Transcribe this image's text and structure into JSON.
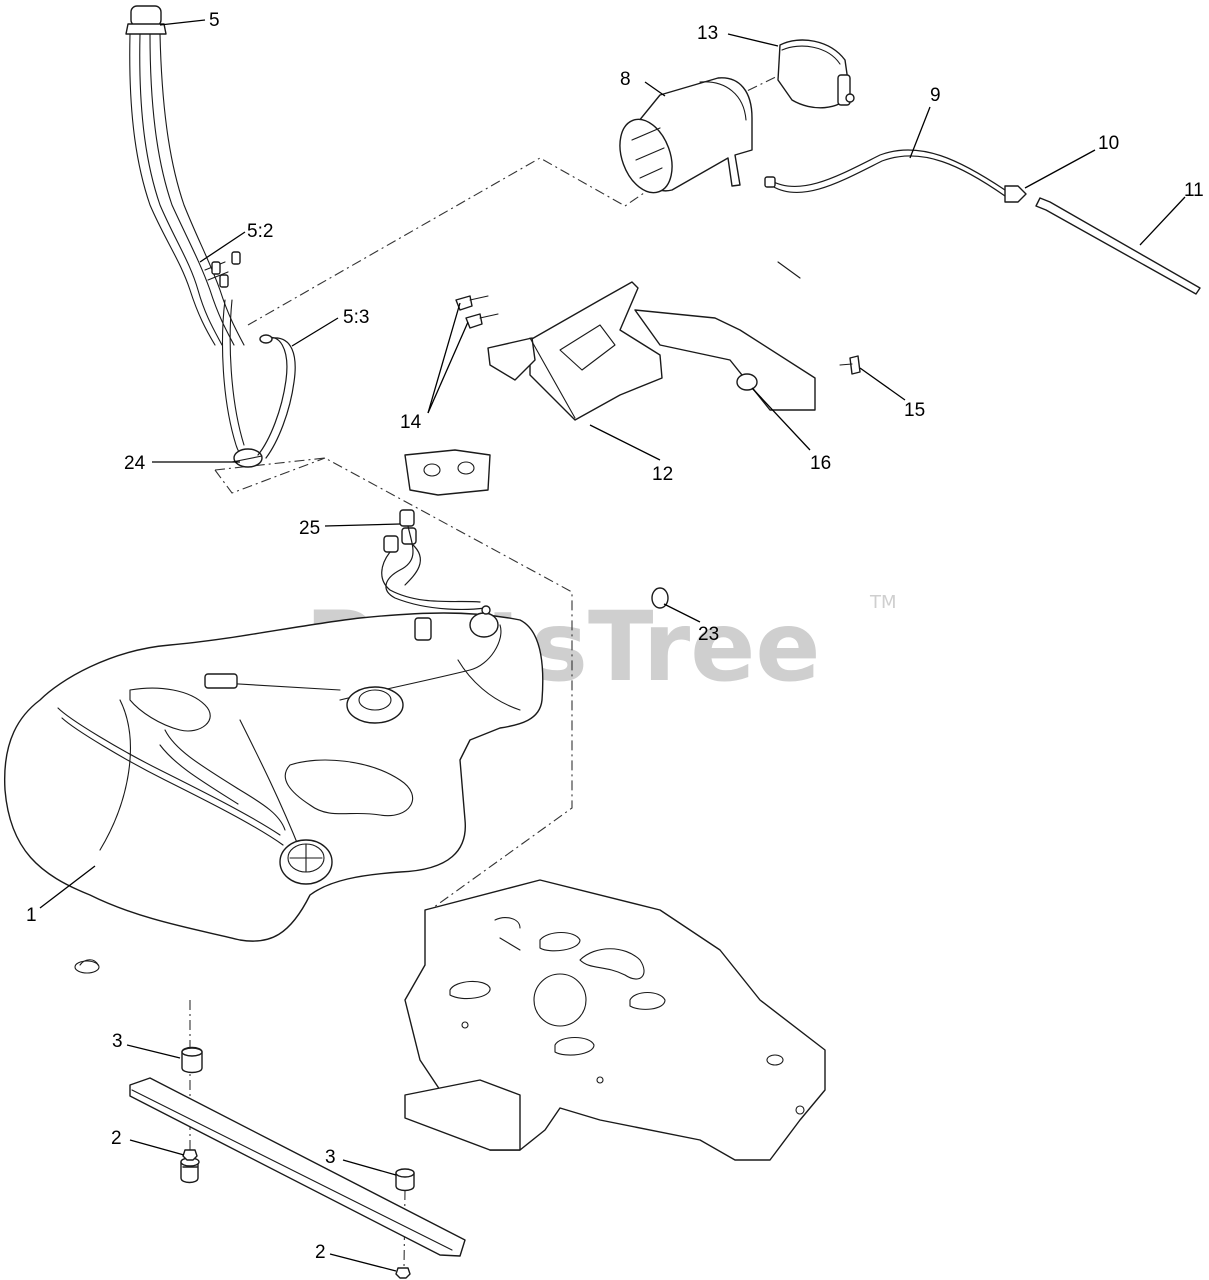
{
  "watermark": {
    "text": "PartsTree",
    "trademark": "TM"
  },
  "callouts": {
    "c1": "1",
    "c2a": "2",
    "c2b": "2",
    "c3a": "3",
    "c3b": "3",
    "c5": "5",
    "c5_2": "5:2",
    "c5_3": "5:3",
    "c8": "8",
    "c9": "9",
    "c10": "10",
    "c11": "11",
    "c12": "12",
    "c13": "13",
    "c14": "14",
    "c15": "15",
    "c16": "16",
    "c23": "23",
    "c24": "24",
    "c25": "25"
  }
}
